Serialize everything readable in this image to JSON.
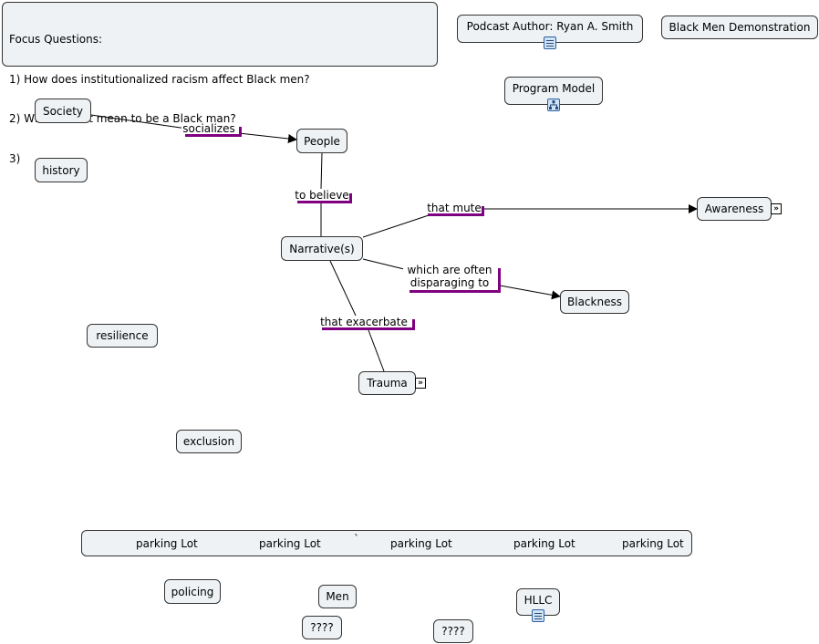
{
  "focus": {
    "title": "Focus Questions:",
    "q1": "1) How does institutionalized racism affect Black men?",
    "q2": "2) What does it mean to be a Black man?",
    "q3": "3)"
  },
  "header": {
    "podcast_author": "Podcast Author: Ryan A. Smith",
    "demo": "Black Men Demonstration",
    "program_model": "Program Model"
  },
  "concepts": {
    "society": "Society",
    "people": "People",
    "history": "history",
    "narratives": "Narrative(s)",
    "awareness": "Awareness",
    "blackness": "Blackness",
    "resilience": "resilience",
    "trauma": "Trauma",
    "exclusion": "exclusion",
    "policing": "policing",
    "men": "Men",
    "hllc": "HLLC",
    "unknown1": "????",
    "unknown2": "????"
  },
  "links": {
    "socializes": "socializes",
    "to_believe": "to believe",
    "that_mute": "that mute",
    "disparaging_1": "which are often",
    "disparaging_2": "disparaging to",
    "that_exacerbate": "that exacerbate"
  },
  "parking_lot": {
    "items": [
      "parking Lot",
      "parking Lot",
      "`",
      "parking Lot",
      "parking Lot",
      "parking Lot"
    ]
  },
  "icons": {
    "expand": "»",
    "doc_icon": "document-icon",
    "model_icon": "hierarchy-icon"
  }
}
